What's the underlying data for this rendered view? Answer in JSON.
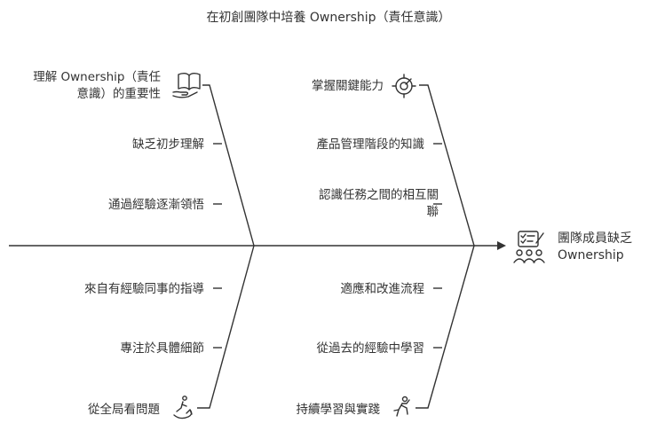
{
  "title": "在初創團隊中培養 Ownership（責任意識）",
  "effect": {
    "lines": [
      "團隊成員缺乏",
      "Ownership"
    ],
    "icon": "team-checklist-icon"
  },
  "branches": {
    "top_left": {
      "items": [
        {
          "lines": [
            "理解 Ownership（責任",
            "意識）的重要性"
          ],
          "icon": "open-book-hand-icon"
        },
        {
          "lines": [
            "缺乏初步理解"
          ]
        },
        {
          "lines": [
            "通過經驗逐漸領悟"
          ]
        }
      ]
    },
    "top_right": {
      "items": [
        {
          "lines": [
            "掌握關鍵能力"
          ],
          "icon": "target-icon"
        },
        {
          "lines": [
            "產品管理階段的知識"
          ]
        },
        {
          "lines": [
            "認識任務之間的相互關",
            "聯"
          ]
        }
      ]
    },
    "bottom_left": {
      "items": [
        {
          "lines": [
            "來自有經驗同事的指導"
          ]
        },
        {
          "lines": [
            "專注於具體細節"
          ]
        },
        {
          "lines": [
            "從全局看問題"
          ],
          "icon": "path-runner-icon"
        }
      ]
    },
    "bottom_right": {
      "items": [
        {
          "lines": [
            "適應和改進流程"
          ]
        },
        {
          "lines": [
            "從過去的經驗中學習"
          ]
        },
        {
          "lines": [
            "持續學習與實踐"
          ],
          "icon": "runner-icon"
        }
      ]
    }
  }
}
